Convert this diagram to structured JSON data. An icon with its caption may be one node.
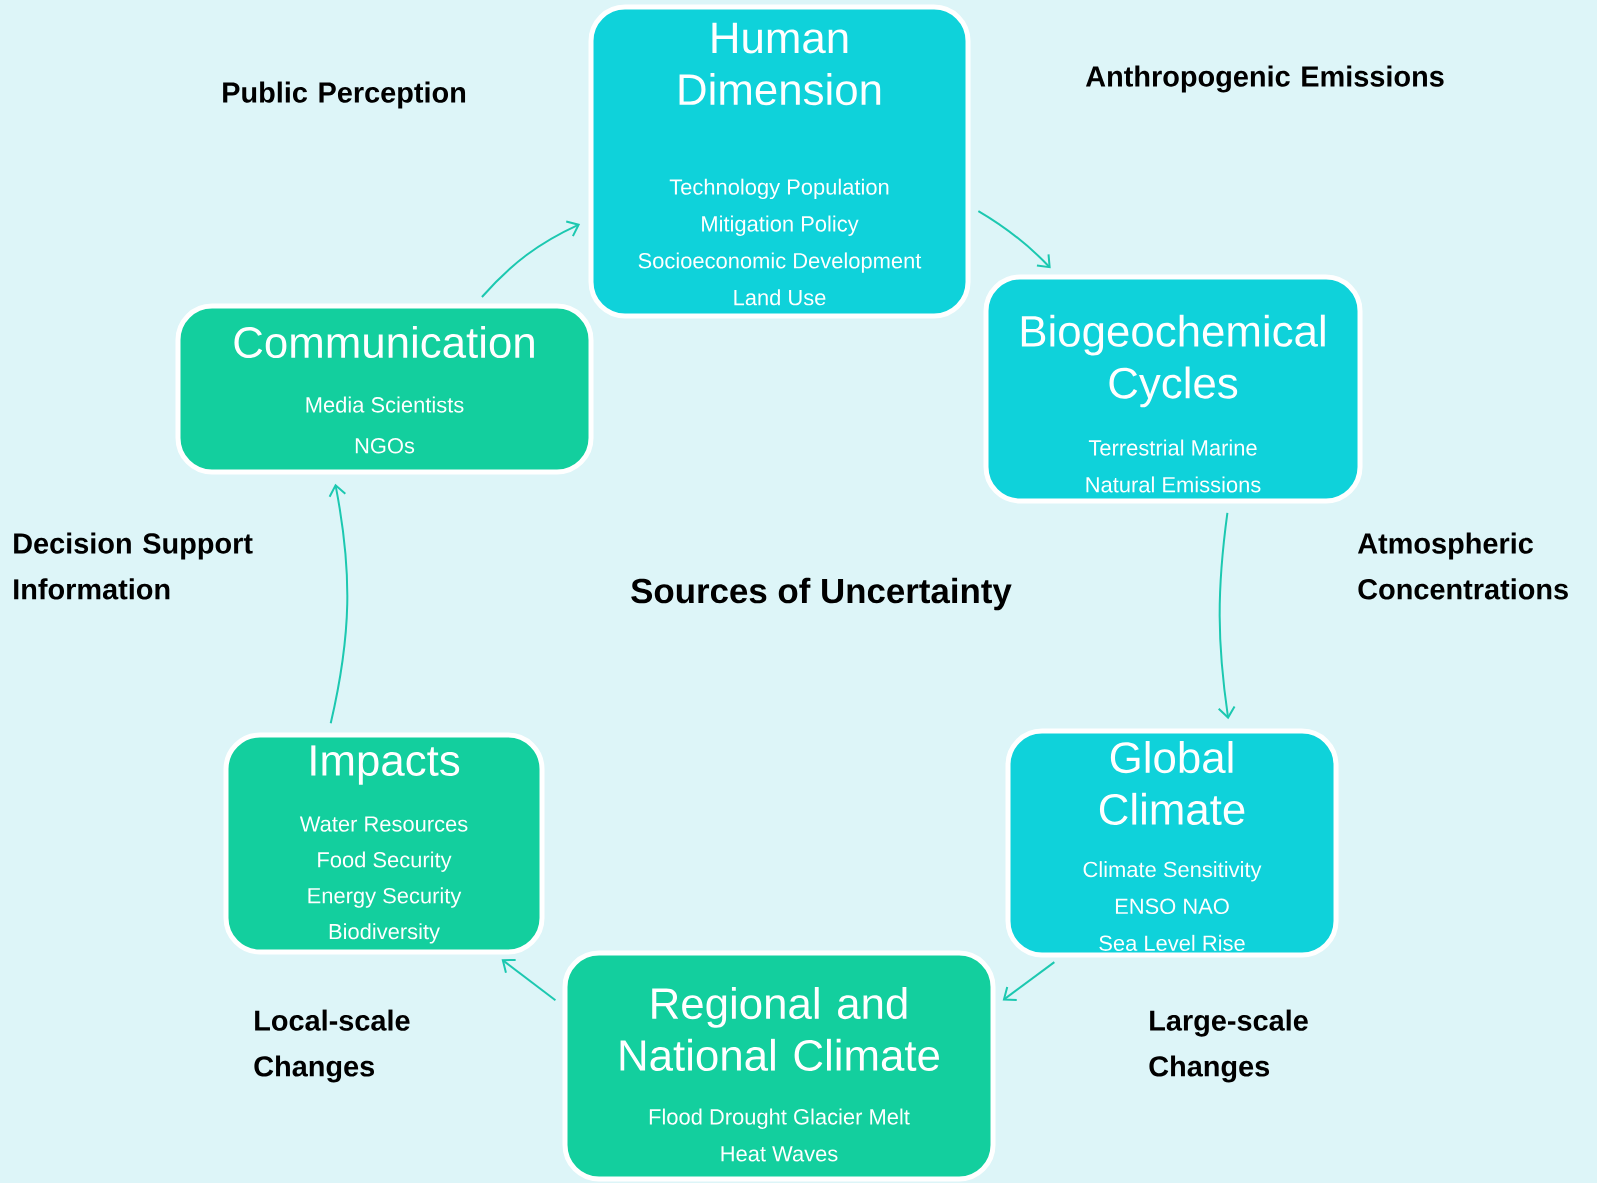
{
  "diagram": {
    "title": "Sources of Uncertainty",
    "nodes": [
      {
        "text": [
          "Human Dimension",
          "Technology Population",
          "Mitigation Policy",
          "Socioeconomic Development",
          "Land Use"
        ]
      },
      {
        "text": [
          "Communication",
          "Media Scientists",
          "NGOs"
        ]
      },
      {
        "text": [
          "Biogeochemical Cycles",
          "Terrestrial Marine",
          "Natural Emissions"
        ]
      },
      {
        "text": [
          "Impacts",
          "Water Resources",
          "Food Security",
          "Energy Security",
          "Biodiversity"
        ]
      },
      {
        "text": [
          "Global Climate",
          "Climate Sensitivity",
          "ENSO NAO",
          "Sea Level Rise"
        ]
      },
      {
        "text": [
          "Regional and National Climate",
          "Flood Drought Glacier Melt",
          "Heat Waves"
        ]
      }
    ],
    "edges": [
      {
        "from": 1,
        "to": 0,
        "arrow": "to"
      },
      {
        "from": 0,
        "to": 2,
        "arrow": "to"
      },
      {
        "from": 2,
        "to": 4,
        "arrow": "to"
      },
      {
        "from": 4,
        "to": 5,
        "arrow": "to"
      },
      {
        "from": 5,
        "to": 3,
        "arrow": "to"
      },
      {
        "from": 3,
        "to": 1,
        "arrow": "to"
      }
    ],
    "labels": [
      "Public Perception",
      "Anthropogenic Emissions",
      "Decision Support Information",
      "Atmospheric Concentrations",
      "Local-scale Changes",
      "Large-scale Changes"
    ]
  }
}
